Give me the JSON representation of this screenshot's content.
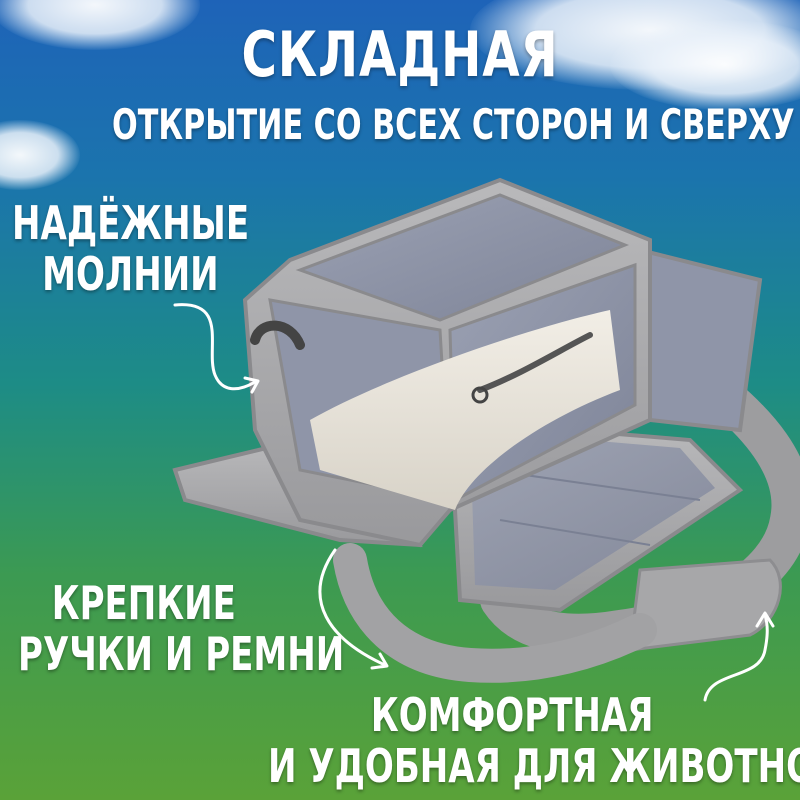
{
  "headline": {
    "title": "СКЛАДНАЯ",
    "subtitle": "ОТКРЫТИЕ СО ВСЕХ СТОРОН И СВЕРХУ"
  },
  "labels": {
    "zippers": {
      "line1": "НАДЁЖНЫЕ",
      "line2": "МОЛНИИ"
    },
    "handles": {
      "line1": "КРЕПКИЕ",
      "line2": "РУЧКИ И РЕМНИ"
    },
    "comfort": {
      "line1": "КОМФОРТНАЯ",
      "line2": "И УДОБНАЯ ДЛЯ ЖИВОТНОГО"
    }
  },
  "colors": {
    "sky_top": "#1e63b8",
    "grass_bottom": "#5aa238",
    "bag_fabric": "#a9a9ab",
    "bag_mesh": "#8d93a6",
    "fleece": "#e9e5dc",
    "text": "#ffffff"
  },
  "icons": [
    "curved-arrow-icon",
    "curved-arrow-icon",
    "curved-arrow-icon"
  ]
}
